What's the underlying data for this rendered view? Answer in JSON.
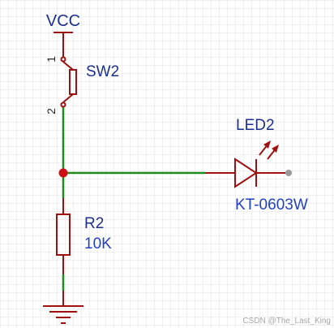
{
  "schematic": {
    "power": {
      "net": "VCC"
    },
    "switch": {
      "ref": "SW2",
      "pin1": "1",
      "pin2": "2"
    },
    "led": {
      "ref": "LED2",
      "part": "KT-0603W"
    },
    "resistor": {
      "ref": "R2",
      "value": "10K"
    }
  },
  "watermark": "CSDN @The_Last_King",
  "colors": {
    "wire": "#1f8a1f",
    "component": "#a01010",
    "net_label": "#1c2f8f",
    "value_text": "#2140c8",
    "junction": "#d01010",
    "grid": "#e2e2e2"
  }
}
